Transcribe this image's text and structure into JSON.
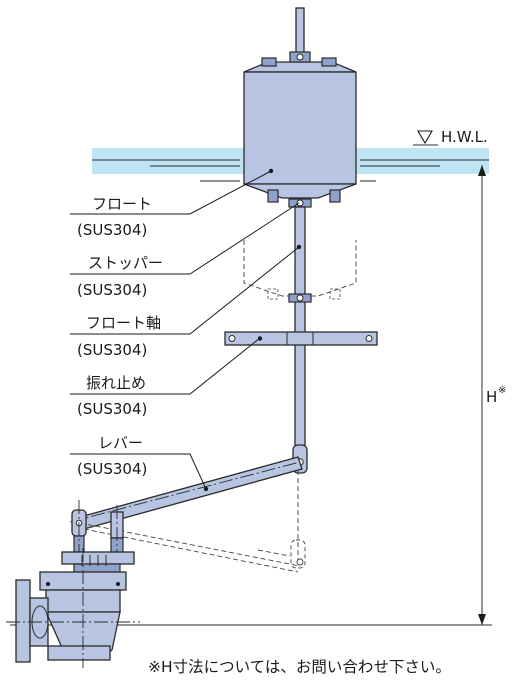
{
  "labels": {
    "hwl": "H.W.L.",
    "h_dim": "H",
    "h_mark": "※",
    "float_name": "フロート",
    "float_mat": "(SUS304)",
    "stopper_name": "ストッパー",
    "stopper_mat": "(SUS304)",
    "shaft_name": "フロート軸",
    "shaft_mat": "(SUS304)",
    "steady_name": "振れ止め",
    "steady_mat": "(SUS304)",
    "lever_name": "レバー",
    "lever_mat": "(SUS304)"
  },
  "footnote": "※H寸法については、お問い合わせ下さい。",
  "colors": {
    "water": "#bfe4f3",
    "part": "#b7c5e2",
    "part_dark": "#8ea2cc",
    "line": "#2b2b2b"
  }
}
